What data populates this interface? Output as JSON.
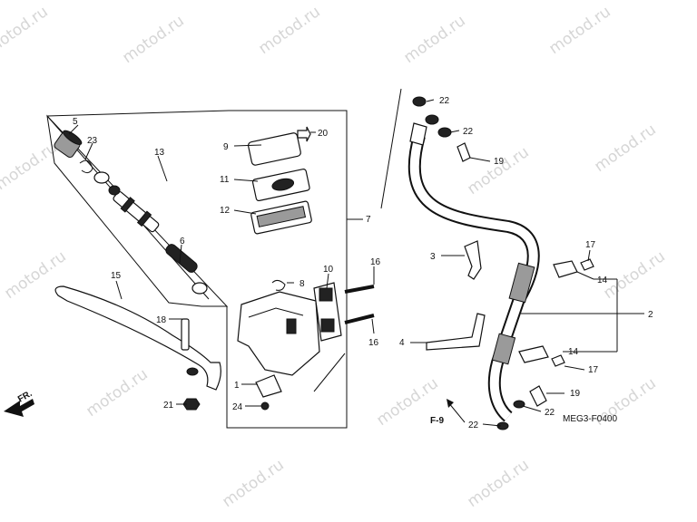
{
  "diagram": {
    "code": "MEG3-F0400",
    "ref_f9": "F-9",
    "front_marker": "FR.",
    "watermark": "motod.ru"
  },
  "callouts": {
    "n1": "1",
    "n2": "2",
    "n3": "3",
    "n4": "4",
    "n5": "5",
    "n6": "6",
    "n7": "7",
    "n8": "8",
    "n9": "9",
    "n10": "10",
    "n11": "11",
    "n12": "12",
    "n13": "13",
    "n14a": "14",
    "n14b": "14",
    "n15": "15",
    "n16a": "16",
    "n16b": "16",
    "n17a": "17",
    "n17b": "17",
    "n18": "18",
    "n19a": "19",
    "n19b": "19",
    "n20": "20",
    "n21": "21",
    "n22a": "22",
    "n22b": "22",
    "n22c": "22",
    "n22d": "22",
    "n23": "23",
    "n24": "24"
  }
}
